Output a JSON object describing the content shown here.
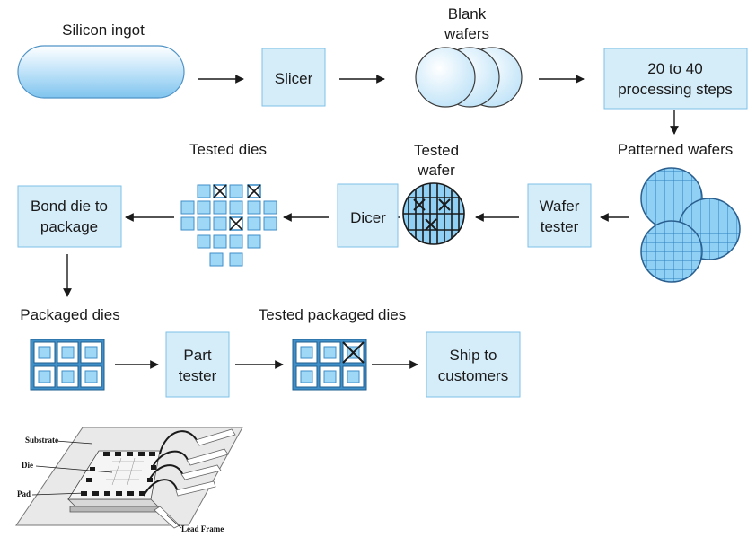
{
  "colors": {
    "box_fill": "#d5ecf9",
    "box_stroke": "#7fc2e8",
    "die_fill": "#7cc7f0",
    "die_dark": "#3f8fc9",
    "wafer_fill": "#c7e8fa",
    "grid_line": "#2f7fbf",
    "text": "#1a1a1a"
  },
  "process": {
    "silicon_ingot": "Silicon ingot",
    "slicer": "Slicer",
    "blank_wafers": [
      "Blank",
      "wafers"
    ],
    "processing_steps": [
      "20 to 40",
      "processing steps"
    ],
    "patterned_wafers": "Patterned wafers",
    "wafer_tester": [
      "Wafer",
      "tester"
    ],
    "tested_wafer": [
      "Tested",
      "wafer"
    ],
    "dicer": "Dicer",
    "tested_dies": "Tested dies",
    "bond_die": [
      "Bond die to",
      "package"
    ],
    "packaged_dies": "Packaged dies",
    "part_tester": [
      "Part",
      "tester"
    ],
    "tested_packaged_dies": "Tested packaged dies",
    "ship": [
      "Ship to",
      "customers"
    ]
  },
  "package_sketch": {
    "substrate": "Substrate",
    "die": "Die",
    "pad": "Pad",
    "lead_frame": "Lead Frame"
  }
}
